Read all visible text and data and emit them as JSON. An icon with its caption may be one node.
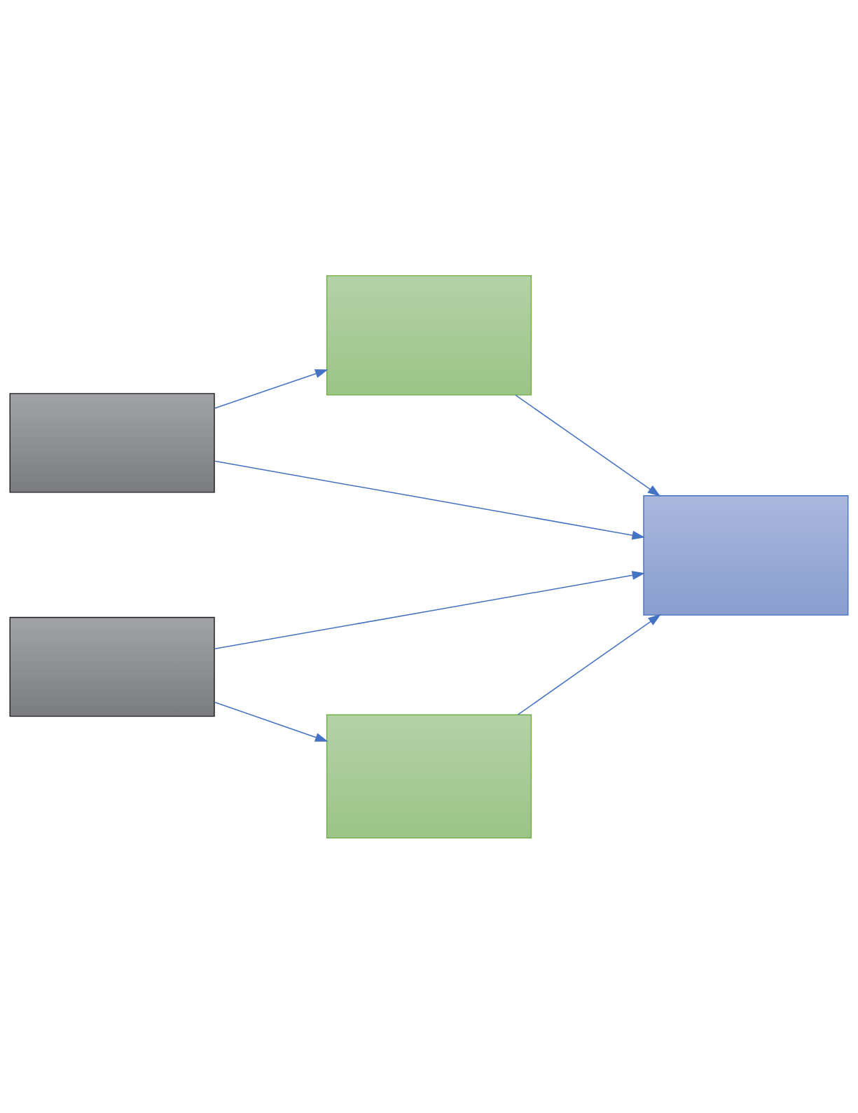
{
  "diagram": {
    "nodes": [
      {
        "text": [],
        "shape": "box"
      },
      {
        "text": [],
        "shape": "box"
      },
      {
        "text": [],
        "shape": "box"
      },
      {
        "text": [],
        "shape": "box"
      },
      {
        "text": [],
        "shape": "box"
      }
    ],
    "edges": [
      {
        "from": 1,
        "to": 0,
        "arrow": "to"
      },
      {
        "from": 1,
        "to": 2,
        "arrow": "to"
      },
      {
        "from": 3,
        "to": 2,
        "arrow": "to"
      },
      {
        "from": 3,
        "to": 4,
        "arrow": "to"
      },
      {
        "from": 0,
        "to": 2,
        "arrow": "to"
      },
      {
        "from": 4,
        "to": 2,
        "arrow": "to"
      }
    ]
  }
}
